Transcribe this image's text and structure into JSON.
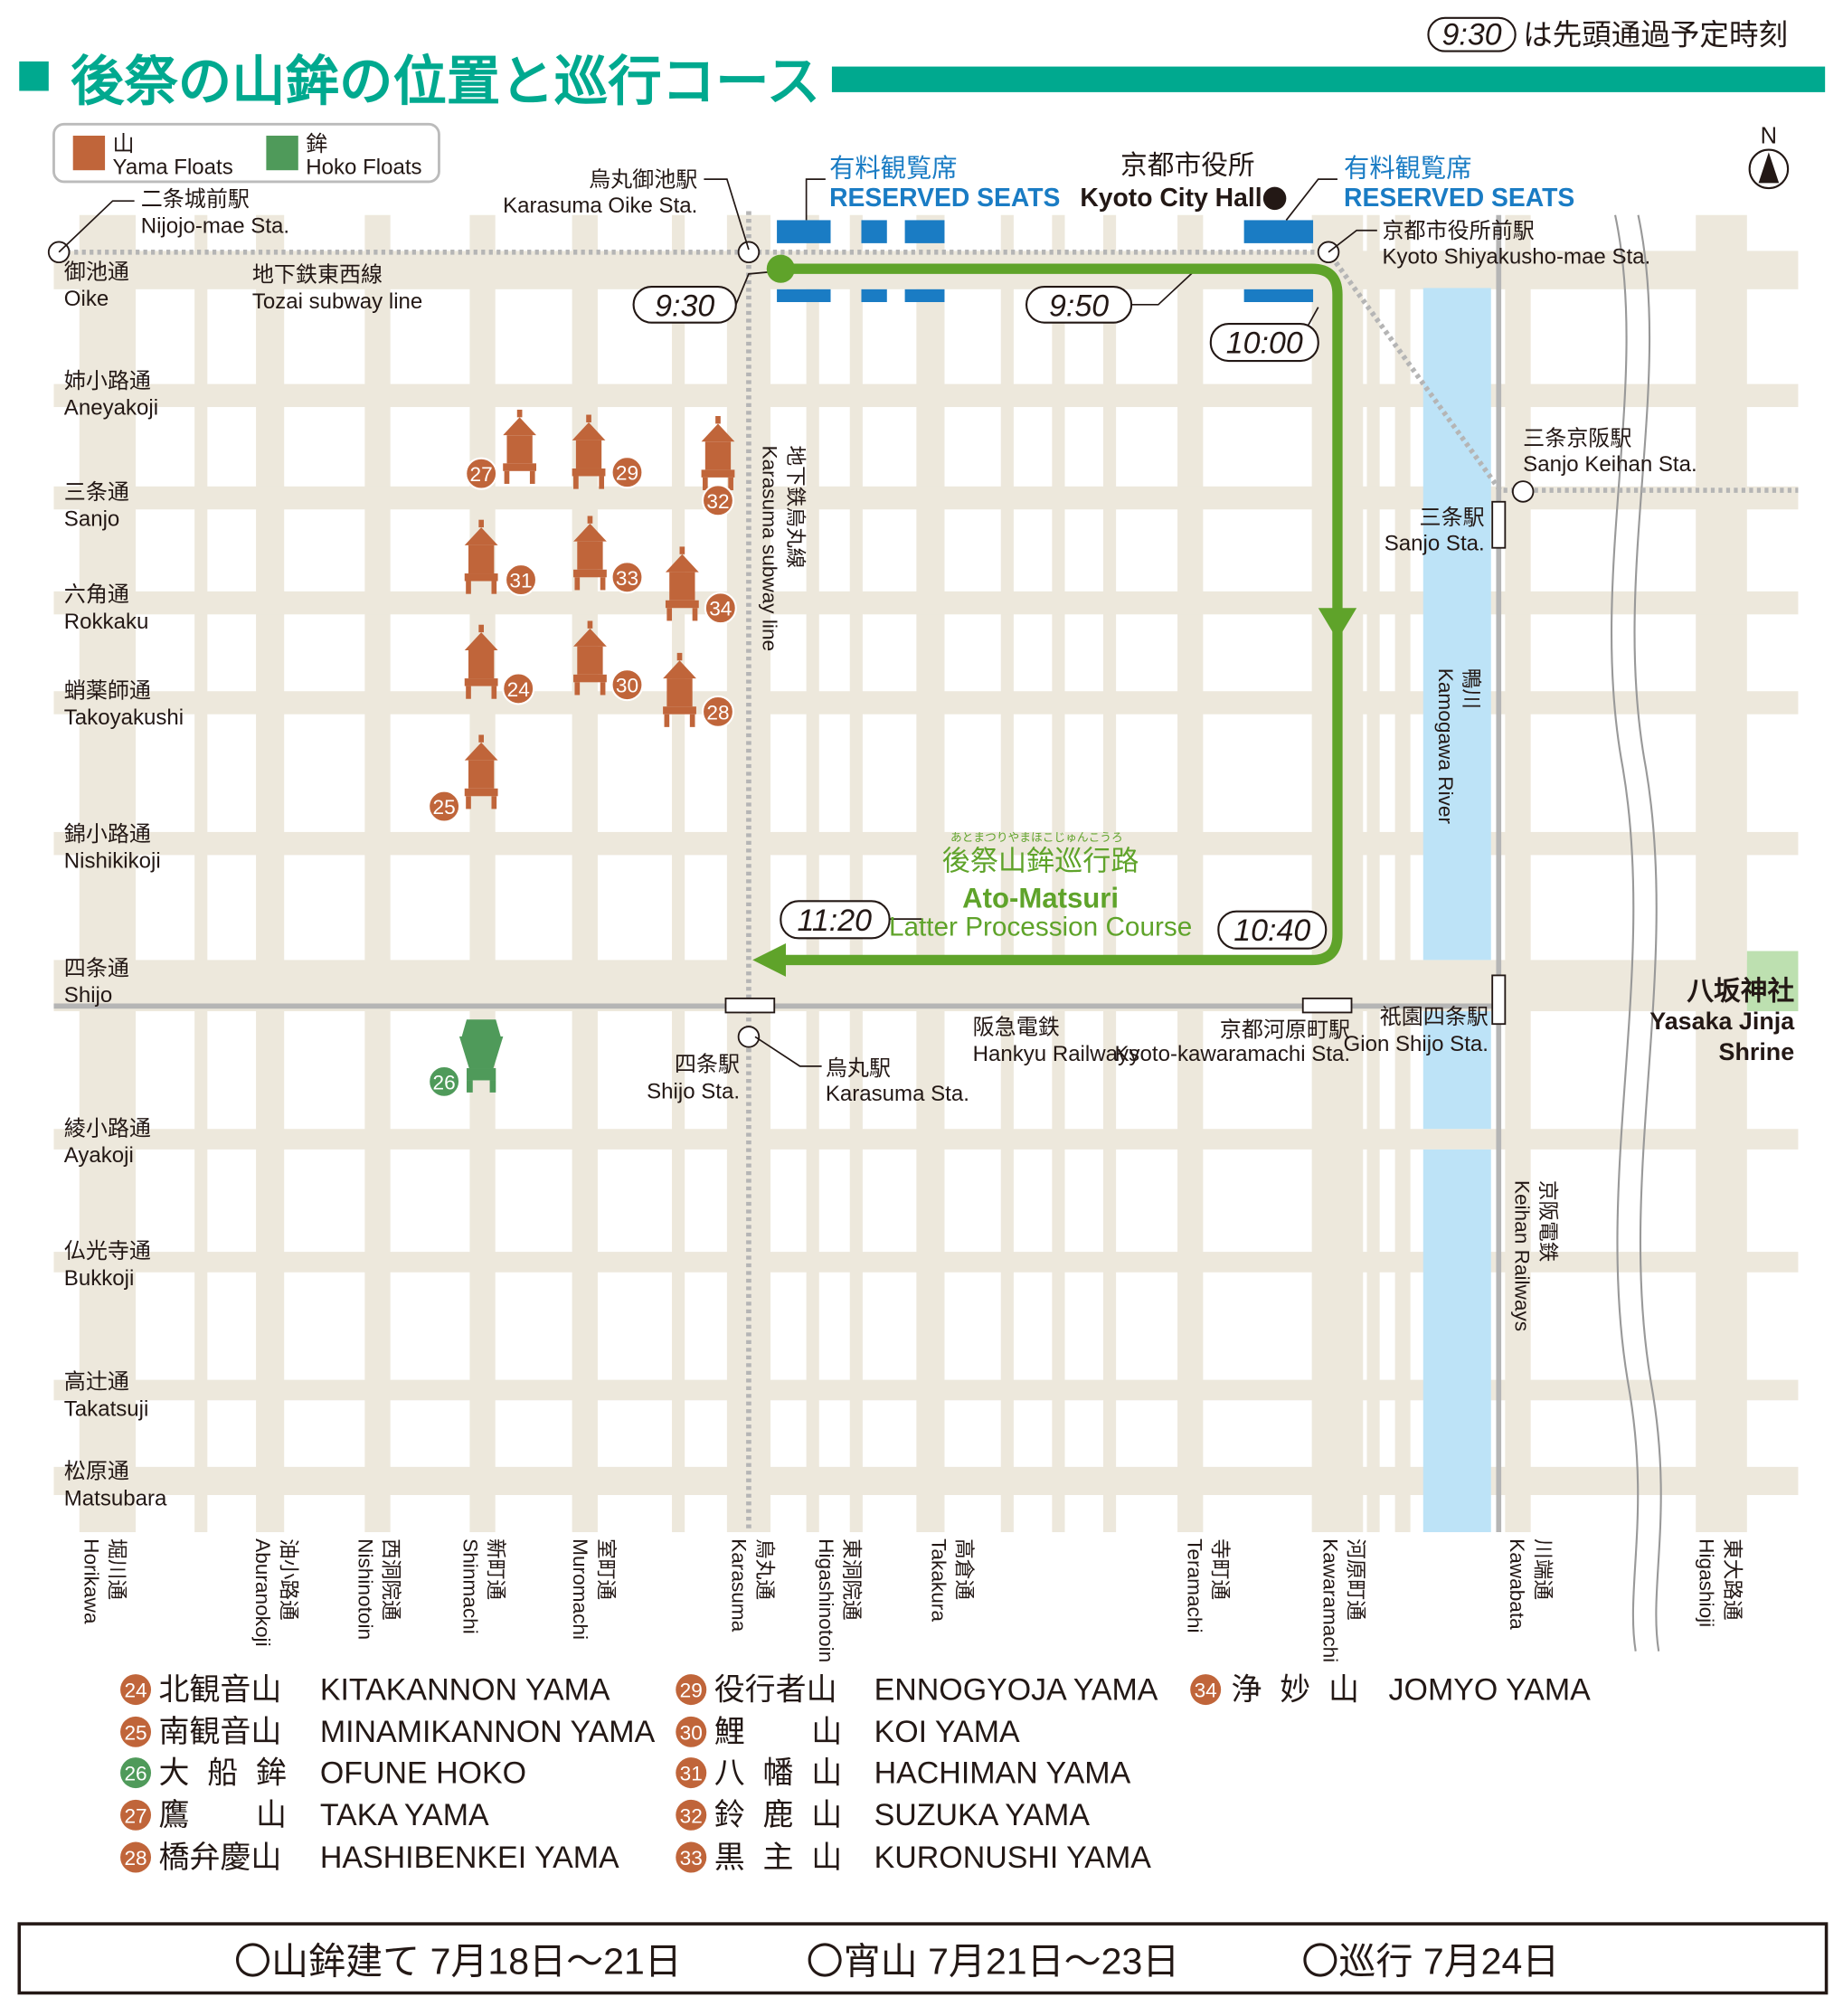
{
  "header": {
    "title": "後祭の山鉾の位置と巡行コース",
    "note_time": "9:30",
    "note_text": "は先頭通過予定時刻"
  },
  "legend": {
    "yama_jp": "山",
    "yama_en": "Yama Floats",
    "hoko_jp": "鉾",
    "hoko_en": "Hoko Floats"
  },
  "colors": {
    "accent": "#00a98f",
    "yama": "#c0653a",
    "hoko": "#4f9a5a",
    "route": "#5fa32a",
    "seats": "#1a7cc4",
    "river": "#bde3f7",
    "street": "#ede8dc"
  },
  "compass": "N",
  "landmarks": {
    "city_hall_jp": "京都市役所",
    "city_hall_en": "Kyoto City Hall",
    "seats_jp": "有料観覧席",
    "seats_en": "RESERVED SEATS",
    "yasaka_jp": "八坂神社",
    "yasaka_en1": "Yasaka Jinja",
    "yasaka_en2": "Shrine",
    "river_jp": "鴨川",
    "river_en": "Kamogawa River",
    "keihan_jp": "京阪電鉄",
    "keihan_en": "Keihan Railways",
    "hankyu_jp": "阪急電鉄",
    "hankyu_en": "Hankyu Railways",
    "tozai_jp": "地下鉄東西線",
    "tozai_en": "Tozai subway line",
    "karasuma_line_jp": "地下鉄烏丸線",
    "karasuma_line_en": "Karasuma subway line"
  },
  "stations": {
    "nijojo_jp": "二条城前駅",
    "nijojo_en": "Nijojo-mae Sta.",
    "karasuma_oike_jp": "烏丸御池駅",
    "karasuma_oike_en": "Karasuma Oike Sta.",
    "shiyakusho_jp": "京都市役所前駅",
    "shiyakusho_en": "Kyoto Shiyakusho-mae Sta.",
    "sanjo_keihan_jp": "三条京阪駅",
    "sanjo_keihan_en": "Sanjo Keihan Sta.",
    "sanjo_jp": "三条駅",
    "sanjo_en": "Sanjo Sta.",
    "gion_jp": "祇園四条駅",
    "gion_en": "Gion Shijo Sta.",
    "shijo_jp": "四条駅",
    "shijo_en": "Shijo Sta.",
    "karasuma_jp": "烏丸駅",
    "karasuma_en": "Karasuma Sta.",
    "kawaramachi_jp": "京都河原町駅",
    "kawaramachi_en": "Kyoto-kawaramachi Sta."
  },
  "route": {
    "ruby": "あとまつりやまほこじゅんこうろ",
    "jp": "後祭山鉾巡行路",
    "en1": "Ato-Matsuri",
    "en2": "Latter Procession Course",
    "times": [
      "9:30",
      "9:50",
      "10:00",
      "10:40",
      "11:20"
    ]
  },
  "h_streets": [
    {
      "jp": "御池通",
      "en": "Oike"
    },
    {
      "jp": "姉小路通",
      "en": "Aneyakoji"
    },
    {
      "jp": "三条通",
      "en": "Sanjo"
    },
    {
      "jp": "六角通",
      "en": "Rokkaku"
    },
    {
      "jp": "蛸薬師通",
      "en": "Takoyakushi"
    },
    {
      "jp": "錦小路通",
      "en": "Nishikikoji"
    },
    {
      "jp": "四条通",
      "en": "Shijo"
    },
    {
      "jp": "綾小路通",
      "en": "Ayakoji"
    },
    {
      "jp": "仏光寺通",
      "en": "Bukkoji"
    },
    {
      "jp": "高辻通",
      "en": "Takatsuji"
    },
    {
      "jp": "松原通",
      "en": "Matsubara"
    }
  ],
  "v_streets": [
    {
      "jp": "堀川通",
      "en": "Horikawa"
    },
    {
      "jp": "油小路通",
      "en": "Aburanokoji"
    },
    {
      "jp": "西洞院通",
      "en": "Nishinotoin"
    },
    {
      "jp": "新町通",
      "en": "Shinmachi"
    },
    {
      "jp": "室町通",
      "en": "Muromachi"
    },
    {
      "jp": "烏丸通",
      "en": "Karasuma"
    },
    {
      "jp": "東洞院通",
      "en": "Higashinotoin"
    },
    {
      "jp": "高倉通",
      "en": "Takakura"
    },
    {
      "jp": "寺町通",
      "en": "Teramachi"
    },
    {
      "jp": "河原町通",
      "en": "Kawaramachi"
    },
    {
      "jp": "川端通",
      "en": "Kawabata"
    },
    {
      "jp": "東大路通",
      "en": "Higashioji"
    }
  ],
  "floats": [
    {
      "num": "24",
      "jp": "北観音山",
      "en": "KITAKANNON YAMA",
      "type": "yama"
    },
    {
      "num": "25",
      "jp": "南観音山",
      "en": "MINAMIKANNON YAMA",
      "type": "yama"
    },
    {
      "num": "26",
      "jp": "大船鉾",
      "en": "OFUNE HOKO",
      "type": "hoko"
    },
    {
      "num": "27",
      "jp": "鷹山",
      "en": "TAKA YAMA",
      "type": "yama"
    },
    {
      "num": "28",
      "jp": "橋弁慶山",
      "en": "HASHIBENKEI YAMA",
      "type": "yama"
    },
    {
      "num": "29",
      "jp": "役行者山",
      "en": "ENNOGYOJA YAMA",
      "type": "yama"
    },
    {
      "num": "30",
      "jp": "鯉山",
      "en": "KOI YAMA",
      "type": "yama"
    },
    {
      "num": "31",
      "jp": "八幡山",
      "en": "HACHIMAN YAMA",
      "type": "yama"
    },
    {
      "num": "32",
      "jp": "鈴鹿山",
      "en": "SUZUKA YAMA",
      "type": "yama"
    },
    {
      "num": "33",
      "jp": "黒主山",
      "en": "KURONUSHI YAMA",
      "type": "yama"
    },
    {
      "num": "34",
      "jp": "浄妙山",
      "en": "JOMYO YAMA",
      "type": "yama"
    }
  ],
  "schedule": [
    "〇山鉾建て 7月18日～21日",
    "〇宵山 7月21日～23日",
    "〇巡行 7月24日"
  ]
}
